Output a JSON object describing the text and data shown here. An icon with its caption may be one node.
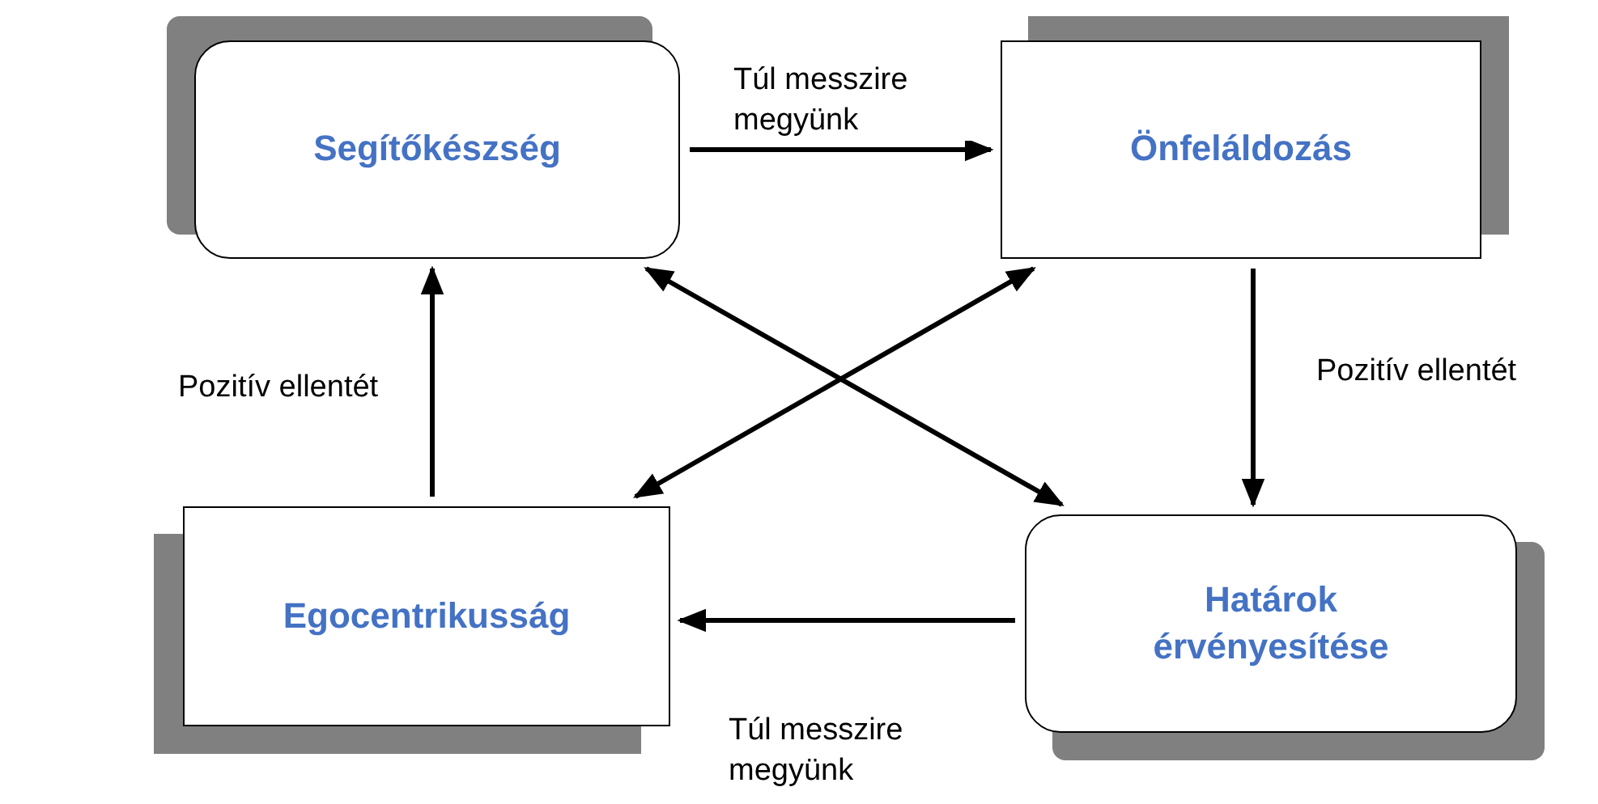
{
  "diagram": {
    "nodes": [
      {
        "text": [
          "Segítőkészség"
        ]
      },
      {
        "text": [
          "Önfeláldozás"
        ]
      },
      {
        "text": [
          "Határok érvényesítése"
        ]
      },
      {
        "text": [
          "Egocentrikusság"
        ]
      }
    ],
    "edges": [
      {
        "from": 0,
        "to": 1,
        "arrow": "to",
        "label": "Túl messzire megyünk"
      },
      {
        "from": 1,
        "to": 2,
        "arrow": "to",
        "label": "Pozitív ellentét"
      },
      {
        "from": 2,
        "to": 3,
        "arrow": "to",
        "label": "Túl messzire megyünk"
      },
      {
        "from": 3,
        "to": 0,
        "arrow": "to",
        "label": "Pozitív ellentét"
      },
      {
        "from": 0,
        "to": 2,
        "arrow": "both"
      },
      {
        "from": 1,
        "to": 3,
        "arrow": "both"
      }
    ]
  }
}
